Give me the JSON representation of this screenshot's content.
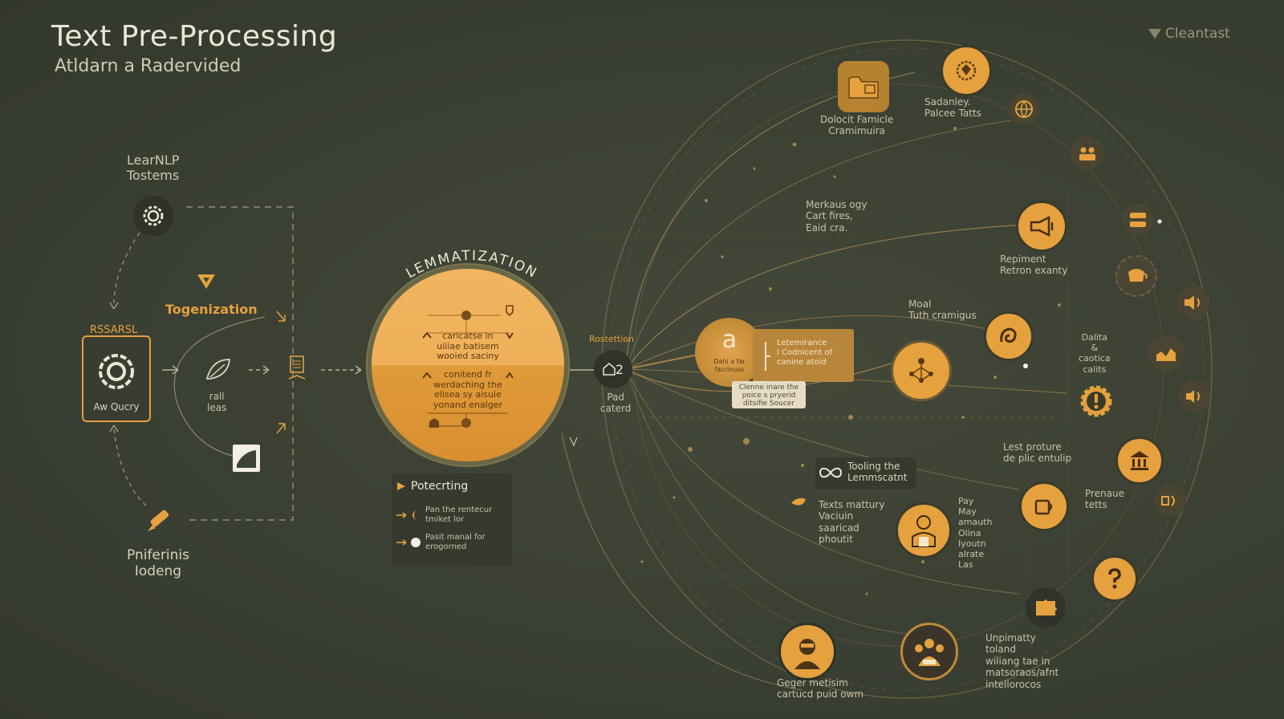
{
  "header": {
    "title": "Text Pre-Processing",
    "subtitle": "Atldarn a Radervided",
    "brand": "Cleantast"
  },
  "left_flow": {
    "top_label": "LearNLP\nTostems",
    "rssarsl_label": "RSSARSL",
    "source_box_label": "Aw Qucry",
    "tokenization_label": "Togenization",
    "tokens_label": "rall\nleas",
    "bottom_label": "Pniferinis\nIodeng"
  },
  "lemma": {
    "arc_label": "LEMMATIZATION",
    "upper_text": "caricatse in\nuiiiae batisem\nwooied saciny",
    "lower_text": "conitend fr\nwerdaching the\nelisea sy aisuie\nyonand enalger"
  },
  "processing": {
    "header": "Potecrting",
    "item1": "Pan the rentecur\ntmiket lor",
    "item2": "Pasit manal for\nerogorned"
  },
  "hub": {
    "number": "2",
    "top_label": "Rostettion",
    "bottom_label": "Pad\ncaterd"
  },
  "center_nodes": {
    "a_glyph": "a",
    "a_small": "Dahi a far\nfacrinuas",
    "lemmer_box": "Letemirance\ni Codnicent of\ncanine atoid",
    "note_box": "Clenne inare the\npoice s pryerid\nditsifie Soucer",
    "markets": "Merkaus ogy\nCart fires,\nEaid cra.",
    "moal": "Moal\nTuth cramigus",
    "tooling": "Tooling the\nLemmscatnt",
    "texts": "Texts mattury\nVaciuin\nsaaricad\nphoutit",
    "pay": "Pay\nMay\namauth\nOlina\nIyoutn\nalrate\nLas",
    "geger": "Geger metisim\ncartucd puid owm"
  },
  "outer_labels": {
    "docket": "Dolocit Famicle\nCramimuira",
    "sadantey": "Sadanley.\nPalcee Tatts",
    "repiment": "Repiment\nRetron exanty",
    "dalita": "Dalita\n&\ncaotica\ncalits",
    "lest": "Lest proture\nde plic entulip",
    "prenaue": "Prenaue\ntetts",
    "unpimatty": "Unpimatty\ntoland\nwiliang tae in\nmatsoraos/afnt\nintellorocos"
  },
  "colors": {
    "background": "#3d4236",
    "accent": "#e5a13e",
    "circle_fill": "#f0b05a",
    "node_dark": "#4a4533"
  }
}
